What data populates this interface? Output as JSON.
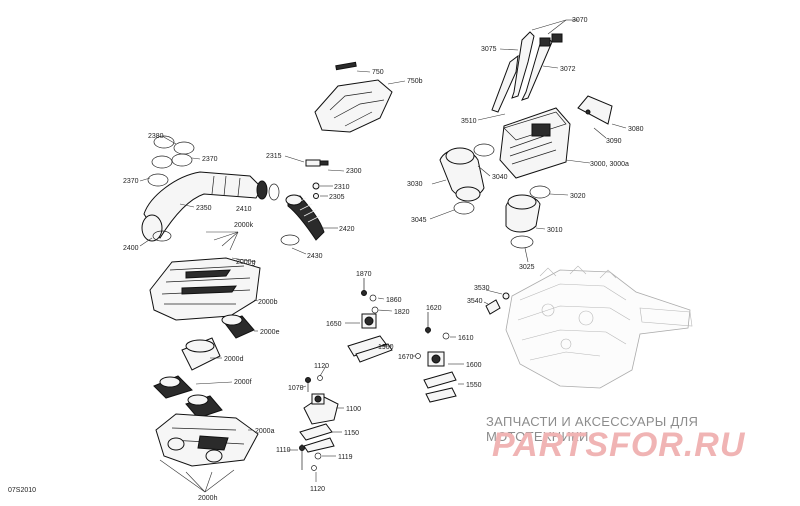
{
  "diagram": {
    "code": "07S2010",
    "watermark_top": "ЗАПЧАСТИ И АКСЕССУАРЫ ДЛЯ МОТОТЕХНИКИ",
    "watermark_brand": "PARTSFOR.RU"
  },
  "callouts": [
    {
      "id": "750",
      "text": "750"
    },
    {
      "id": "750b",
      "text": "750b"
    },
    {
      "id": "3070",
      "text": "3070"
    },
    {
      "id": "3075",
      "text": "3075"
    },
    {
      "id": "3072",
      "text": "3072"
    },
    {
      "id": "3510",
      "text": "3510"
    },
    {
      "id": "3080",
      "text": "3080"
    },
    {
      "id": "3090",
      "text": "3090"
    },
    {
      "id": "3000",
      "text": "3000, 3000a"
    },
    {
      "id": "3030",
      "text": "3030"
    },
    {
      "id": "3040",
      "text": "3040"
    },
    {
      "id": "3020",
      "text": "3020"
    },
    {
      "id": "3045",
      "text": "3045"
    },
    {
      "id": "3010",
      "text": "3010"
    },
    {
      "id": "3025",
      "text": "3025"
    },
    {
      "id": "2380",
      "text": "2380"
    },
    {
      "id": "2370a",
      "text": "2370"
    },
    {
      "id": "2370b",
      "text": "2370"
    },
    {
      "id": "2350",
      "text": "2350"
    },
    {
      "id": "2315",
      "text": "2315"
    },
    {
      "id": "2300",
      "text": "2300"
    },
    {
      "id": "2310",
      "text": "2310"
    },
    {
      "id": "2305",
      "text": "2305"
    },
    {
      "id": "2410",
      "text": "2410"
    },
    {
      "id": "2420",
      "text": "2420"
    },
    {
      "id": "2430",
      "text": "2430"
    },
    {
      "id": "2400",
      "text": "2400"
    },
    {
      "id": "2000k",
      "text": "2000k"
    },
    {
      "id": "2000g",
      "text": "2000g"
    },
    {
      "id": "2000b",
      "text": "2000b"
    },
    {
      "id": "2000e",
      "text": "2000e"
    },
    {
      "id": "2000d",
      "text": "2000d"
    },
    {
      "id": "2000f",
      "text": "2000f"
    },
    {
      "id": "2000a",
      "text": "2000a"
    },
    {
      "id": "2000h",
      "text": "2000h"
    },
    {
      "id": "1870",
      "text": "1870"
    },
    {
      "id": "1860",
      "text": "1860"
    },
    {
      "id": "1820",
      "text": "1820"
    },
    {
      "id": "1650",
      "text": "1650"
    },
    {
      "id": "1900",
      "text": "1900"
    },
    {
      "id": "1620",
      "text": "1620"
    },
    {
      "id": "1610",
      "text": "1610"
    },
    {
      "id": "1670",
      "text": "1670"
    },
    {
      "id": "1600",
      "text": "1600"
    },
    {
      "id": "1550",
      "text": "1550"
    },
    {
      "id": "3530",
      "text": "3530"
    },
    {
      "id": "3540",
      "text": "3540"
    },
    {
      "id": "1120a",
      "text": "1120"
    },
    {
      "id": "1070",
      "text": "1070"
    },
    {
      "id": "1100",
      "text": "1100"
    },
    {
      "id": "1150",
      "text": "1150"
    },
    {
      "id": "1110",
      "text": "1110"
    },
    {
      "id": "1119",
      "text": "1119"
    },
    {
      "id": "1120b",
      "text": "1120"
    }
  ]
}
